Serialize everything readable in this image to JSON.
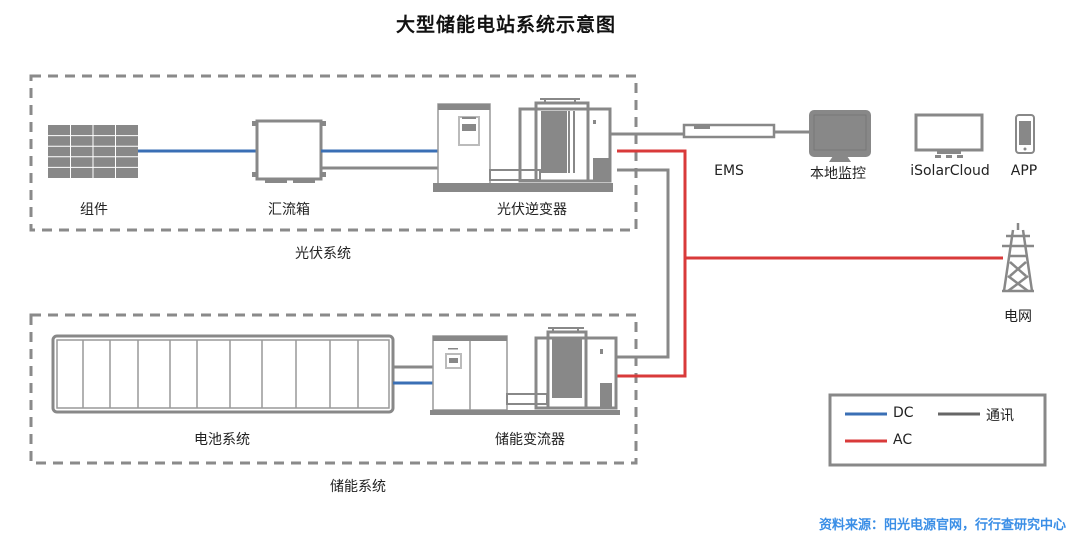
{
  "title": "大型储能电站系统示意图",
  "groups": {
    "pv_system": "光伏系统",
    "storage_system": "储能系统"
  },
  "components": {
    "pv_module": "组件",
    "combiner_box": "汇流箱",
    "pv_inverter": "光伏逆变器",
    "ems": "EMS",
    "local_monitor": "本地监控",
    "isolarcloud": "iSolarCloud",
    "app": "APP",
    "grid": "电网",
    "battery_system": "电池系统",
    "pcs": "储能变流器"
  },
  "legend": {
    "dc": {
      "label": "DC",
      "color": "#3a6fb5"
    },
    "ac": {
      "label": "AC",
      "color": "#d93a3a"
    },
    "comm": {
      "label": "通讯",
      "color": "#666666"
    }
  },
  "colors": {
    "equipment": "#8a8a8a",
    "dashed_border": "#8a8a8a"
  },
  "source": "资料来源：阳光电源官网，行行查研究中心"
}
